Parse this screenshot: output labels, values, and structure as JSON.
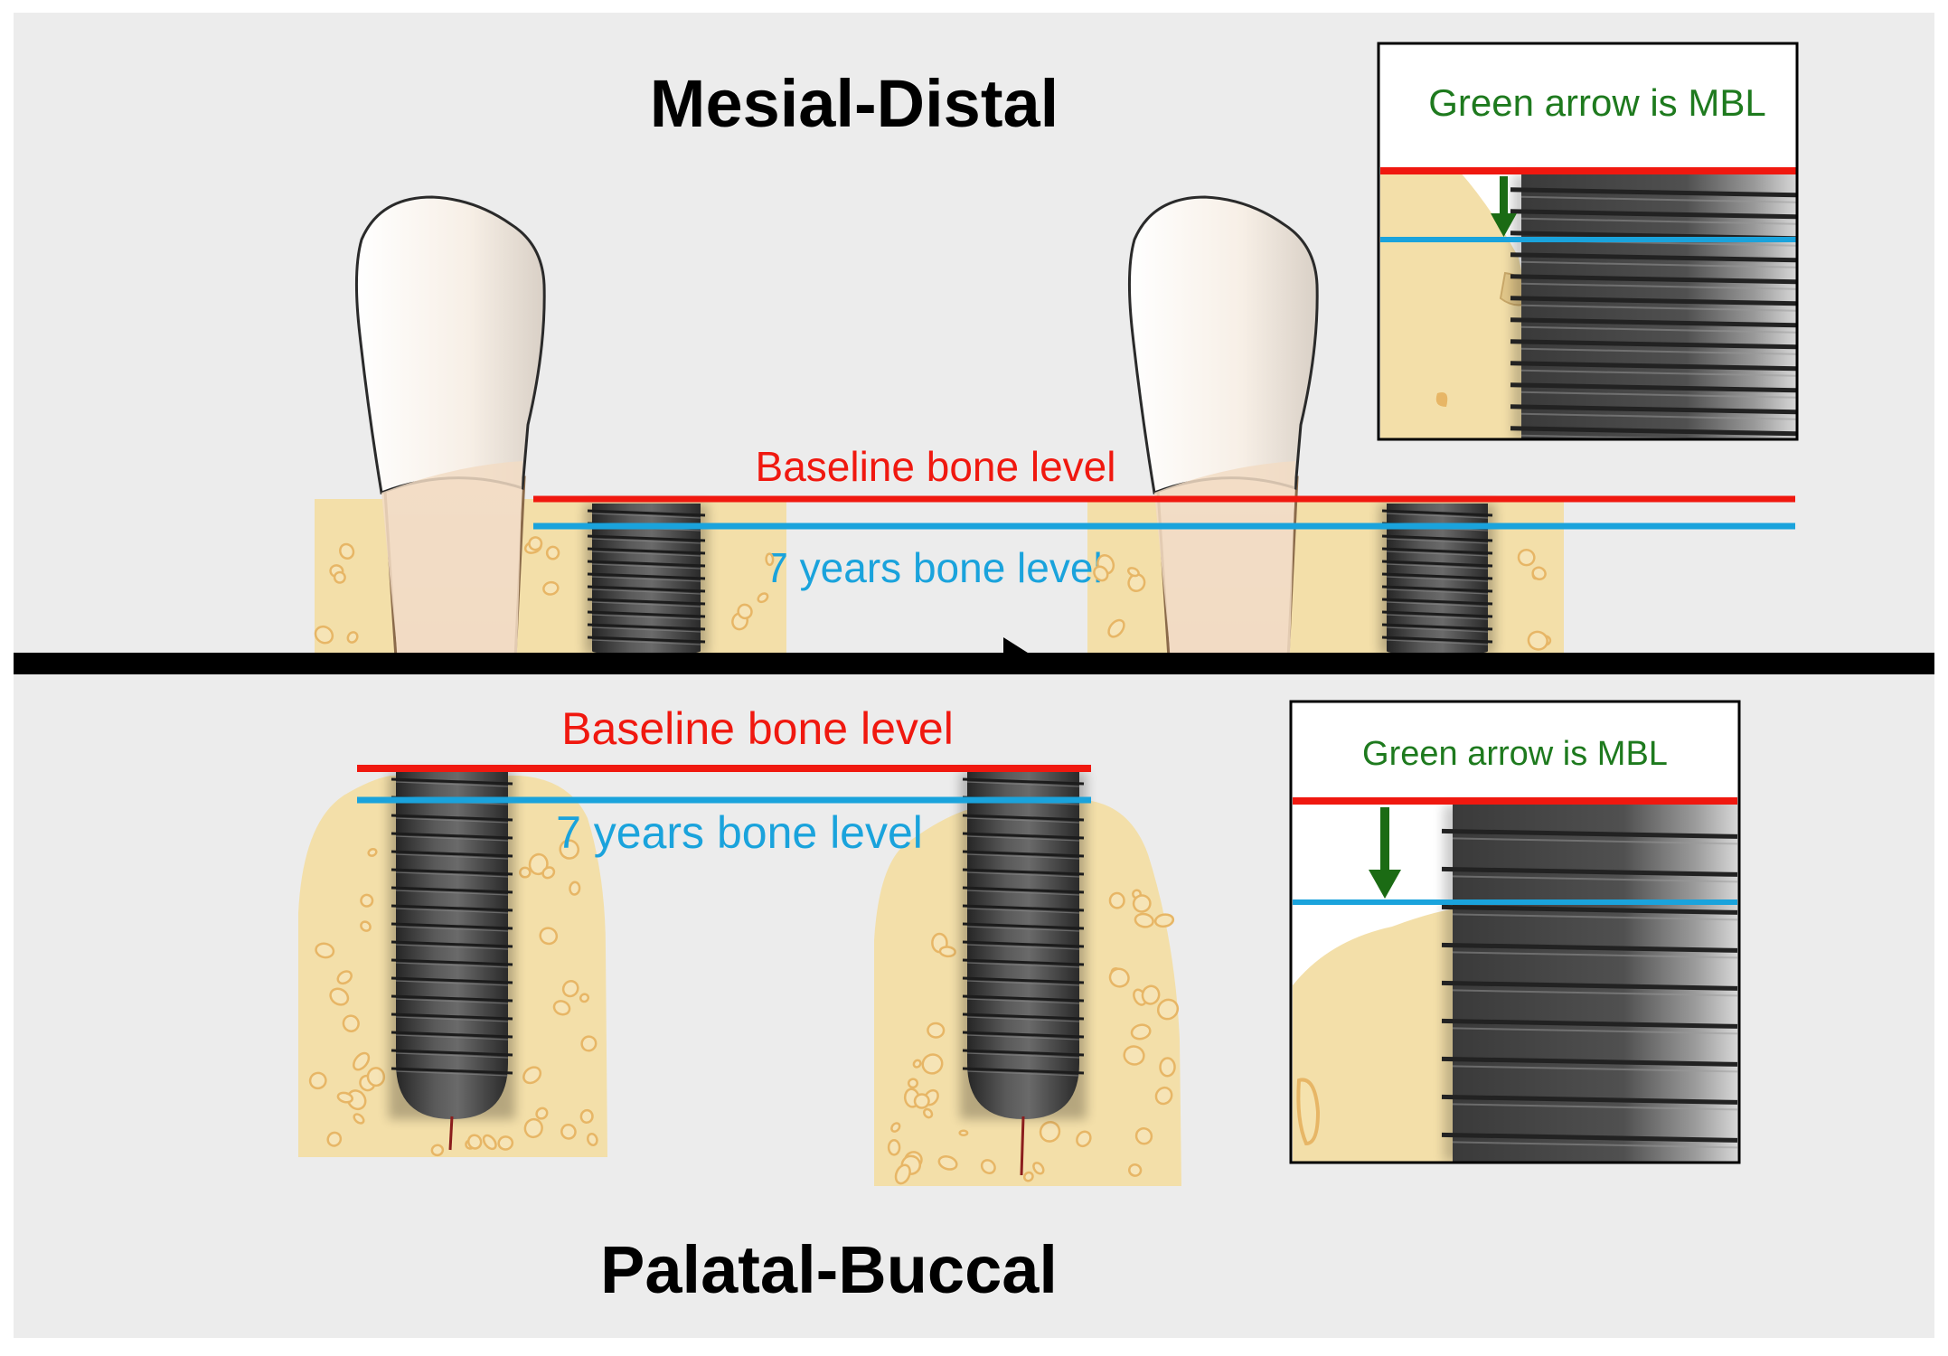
{
  "top_panel": {
    "title": "Mesial-Distal",
    "baseline_label": "Baseline bone level",
    "seven_year_label": "7 years bone level",
    "inset_caption": "Green arrow is MBL"
  },
  "bottom_panel": {
    "title": "Palatal-Buccal",
    "baseline_label": "Baseline bone level",
    "seven_year_label": "7 years bone level",
    "inset_caption": "Green arrow is MBL"
  },
  "colors": {
    "background": "#ececec",
    "baseline_line": "#f0180f",
    "seven_year_line": "#1aa3dc",
    "arrow": "#1b6b14",
    "caption": "#1e7a1e",
    "bone": "#f3dfa9",
    "bone_particle": "#e7b666",
    "implant": "#3f3f3f",
    "divider": "#000000"
  }
}
